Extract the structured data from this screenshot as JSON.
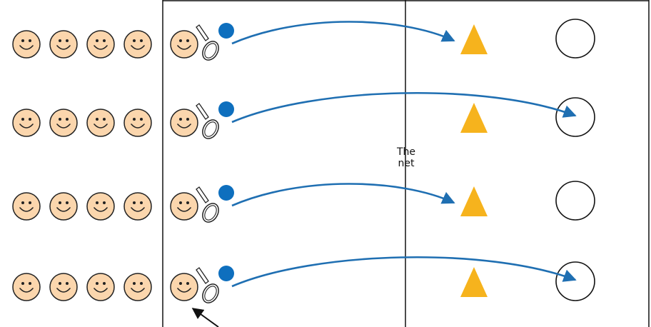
{
  "net_label": "The\nnet",
  "colors": {
    "face_fill": "#fbd6ad",
    "face_stroke": "#222222",
    "ball": "#0e6fbe",
    "arrow": "#1f6fb2",
    "cone": "#f6b31d",
    "court_line": "#111111",
    "pointer_arrow": "#111111"
  },
  "icons": [
    "smiley-face-icon",
    "tennis-racket-icon",
    "ball-icon",
    "cone-icon",
    "target-hoop-icon"
  ],
  "rows": [
    {
      "waiting_players": 4,
      "ball_target": "cone"
    },
    {
      "waiting_players": 4,
      "ball_target": "hoop"
    },
    {
      "waiting_players": 4,
      "ball_target": "cone"
    },
    {
      "waiting_players": 4,
      "ball_target": "hoop"
    }
  ]
}
